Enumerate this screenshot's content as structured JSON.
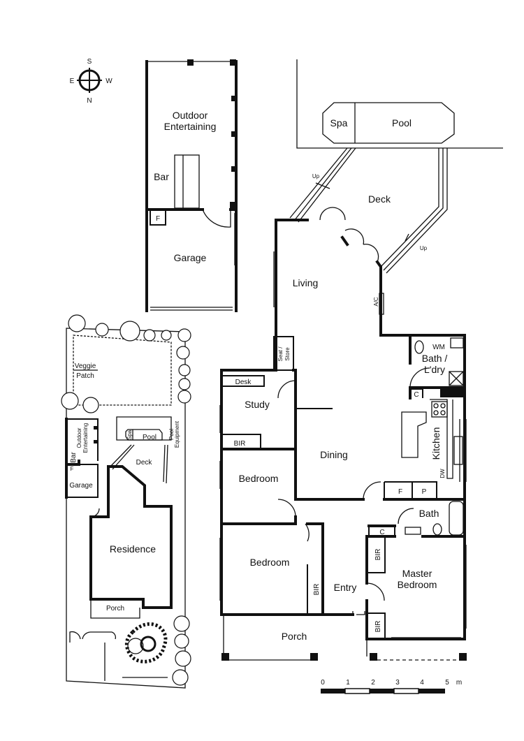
{
  "compass": {
    "n": "N",
    "s": "S",
    "e": "E",
    "w": "W"
  },
  "floor_plan": {
    "outdoor_entertaining": [
      "Outdoor",
      "Entertaining"
    ],
    "bar": "Bar",
    "fridge": "F",
    "garage": "Garage",
    "spa": "Spa",
    "pool": "Pool",
    "deck": "Deck",
    "up_left": "Up",
    "up_right": "Up",
    "living": "Living",
    "ac": "A/C",
    "seat_store": [
      "Seat /",
      "Store"
    ],
    "wm": "WM",
    "bath_laundry": [
      "Bath /",
      "L'dry"
    ],
    "cupboard_laundry": "C",
    "desk": "Desk",
    "study": "Study",
    "study_bir": "BIR",
    "dining": "Dining",
    "kitchen": "Kitchen",
    "dw": "DW",
    "kitchen_fridge": "F",
    "pantry": "P",
    "bedroom_1": "Bedroom",
    "bath": "Bath",
    "cupboard_bath": "C",
    "bedroom_2": "Bedroom",
    "bedroom_2_bir": "BIR",
    "entry": "Entry",
    "master_bir_top": "BIR",
    "master_bedroom": [
      "Master",
      "Bedroom"
    ],
    "master_bir_bottom": "BIR",
    "porch": "Porch"
  },
  "site_plan": {
    "veggie_patch": [
      "Veggie",
      "Patch"
    ],
    "outdoor_entertaining": [
      "Outdoor",
      "Entertaining"
    ],
    "bar": "Bar",
    "fridge": "F",
    "garage": "Garage",
    "spa": "Spa",
    "pool": "Pool",
    "pool_equipment": [
      "Pool",
      "Equipment"
    ],
    "deck": "Deck",
    "residence": "Residence",
    "porch": "Porch"
  },
  "scale_bar": {
    "ticks": [
      "0",
      "1",
      "2",
      "3",
      "4",
      "5"
    ],
    "unit": "m"
  }
}
